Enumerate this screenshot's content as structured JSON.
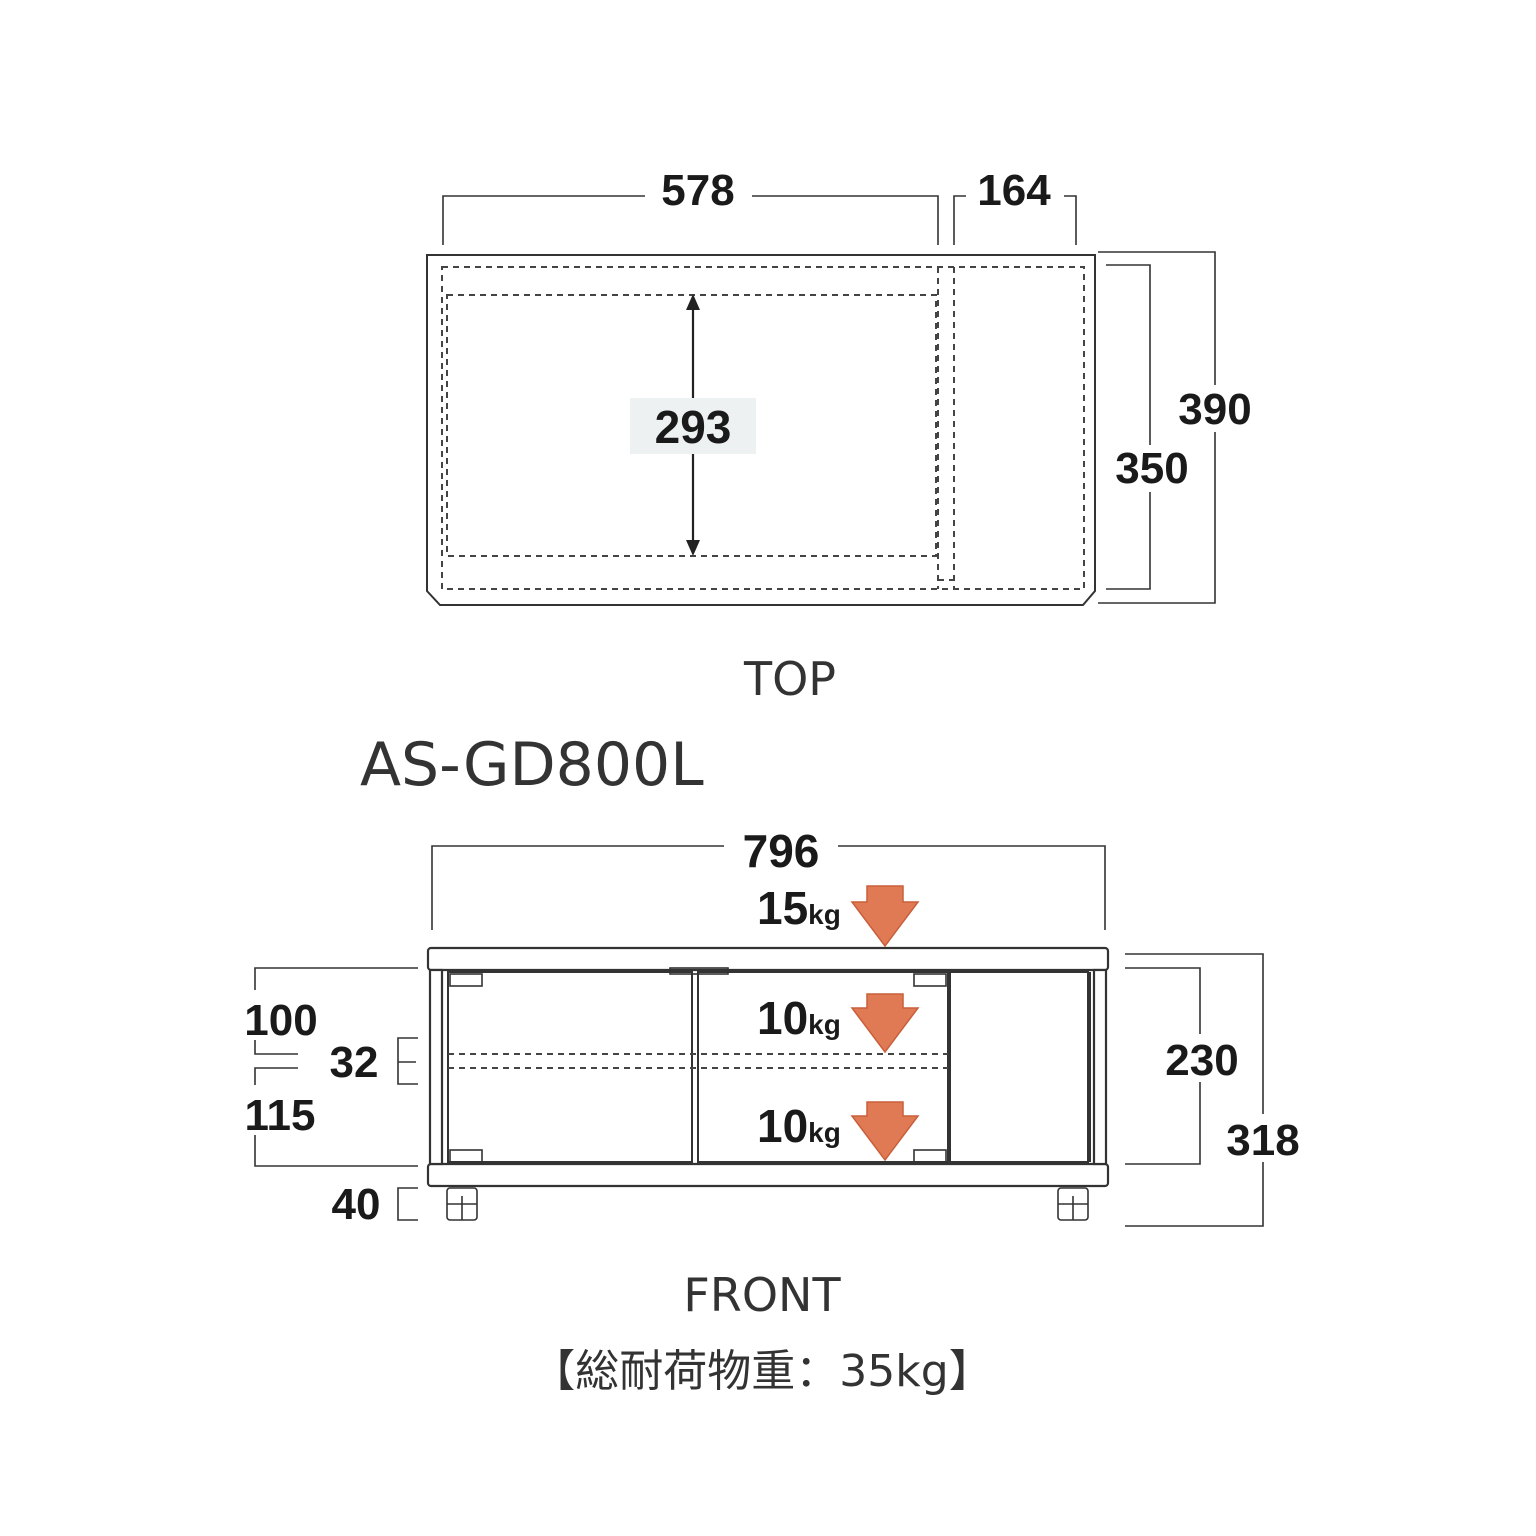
{
  "model_name": "AS-GD800L",
  "top_view": {
    "label": "TOP",
    "dims": {
      "width_main": "578",
      "width_side": "164",
      "depth_inner": "293",
      "depth_mid": "350",
      "depth_total": "390"
    }
  },
  "front_view": {
    "label": "FRONT",
    "dims": {
      "width_total": "796",
      "height_inner": "230",
      "height_total": "318",
      "upper_space": "100",
      "shelf_gap": "32",
      "lower_space": "115",
      "caster": "40"
    },
    "loads": [
      {
        "value": "15",
        "unit": "kg"
      },
      {
        "value": "10",
        "unit": "kg"
      },
      {
        "value": "10",
        "unit": "kg"
      }
    ],
    "total_load_text": "【総耐荷物重：35kg】"
  },
  "colors": {
    "line": "#333333",
    "width_highlight": "#1f4e8c",
    "load_text": "#b22d1f",
    "load_arrow": "#e07a55",
    "label_bg": "#eef1f2"
  }
}
